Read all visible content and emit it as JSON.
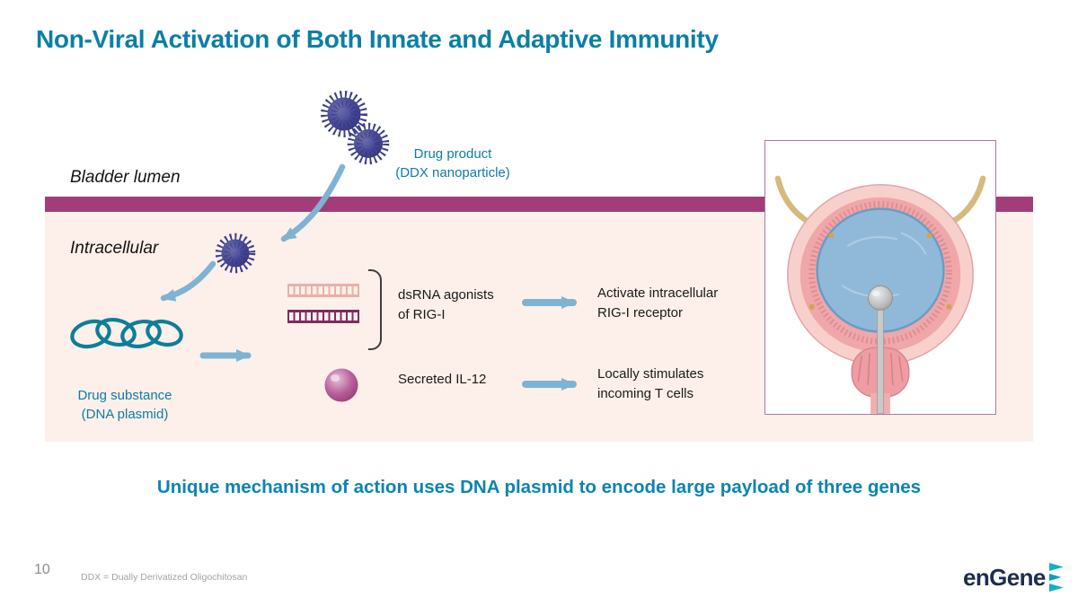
{
  "slide": {
    "title": "Non-Viral Activation of Both Innate and Adaptive Immunity",
    "tagline": "Unique mechanism of action uses DNA plasmid to encode large payload of three genes",
    "page_number": "10",
    "footnote": "DDX = Dually Derivatized Oligochitosan",
    "logo_text": "enGene"
  },
  "diagram": {
    "bladder_lumen_label": "Bladder lumen",
    "intracellular_label": "Intracellular",
    "drug_product_label_1": "Drug product",
    "drug_product_label_2": "(DDX nanoparticle)",
    "drug_substance_label_1": "Drug substance",
    "drug_substance_label_2": "(DNA plasmid)",
    "row1": {
      "item_1": "dsRNA agonists",
      "item_2": "of RIG-I",
      "result_1": "Activate intracellular",
      "result_2": "RIG-I receptor"
    },
    "row2": {
      "item_1": "Secreted IL-12",
      "result_1": "Locally stimulates",
      "result_2": "incoming T cells"
    }
  },
  "icons": {
    "nanoparticle_icon": "spiky-textured-sphere",
    "dna_plasmid_icon": "coiled-loops",
    "dsrna_duplex_icon": "ladder-strands",
    "il12_sphere_icon": "shaded-sphere",
    "flow_arrow_icon": "light-blue-arrow",
    "bladder_illustration": "anatomical-bladder-with-catheter",
    "engene_logo_icon": "triple-teal-flags"
  },
  "colors": {
    "title_teal": "#0b7fa6",
    "tagline_teal": "#0c84b0",
    "bladder_wall_band": "#a23d7a",
    "intracellular_bg": "#fdf0ea",
    "arrow_blue": "#7fb3d3",
    "nanoparticle_indigo": "#41428f",
    "plasmid_teal": "#0d7e98",
    "dsrna_light": "#e8b1a6",
    "dsrna_dark": "#7c2d61",
    "il12_magenta": "#b75f99",
    "logo_navy": "#1e2c4e",
    "logo_teal": "#12b0c7"
  }
}
